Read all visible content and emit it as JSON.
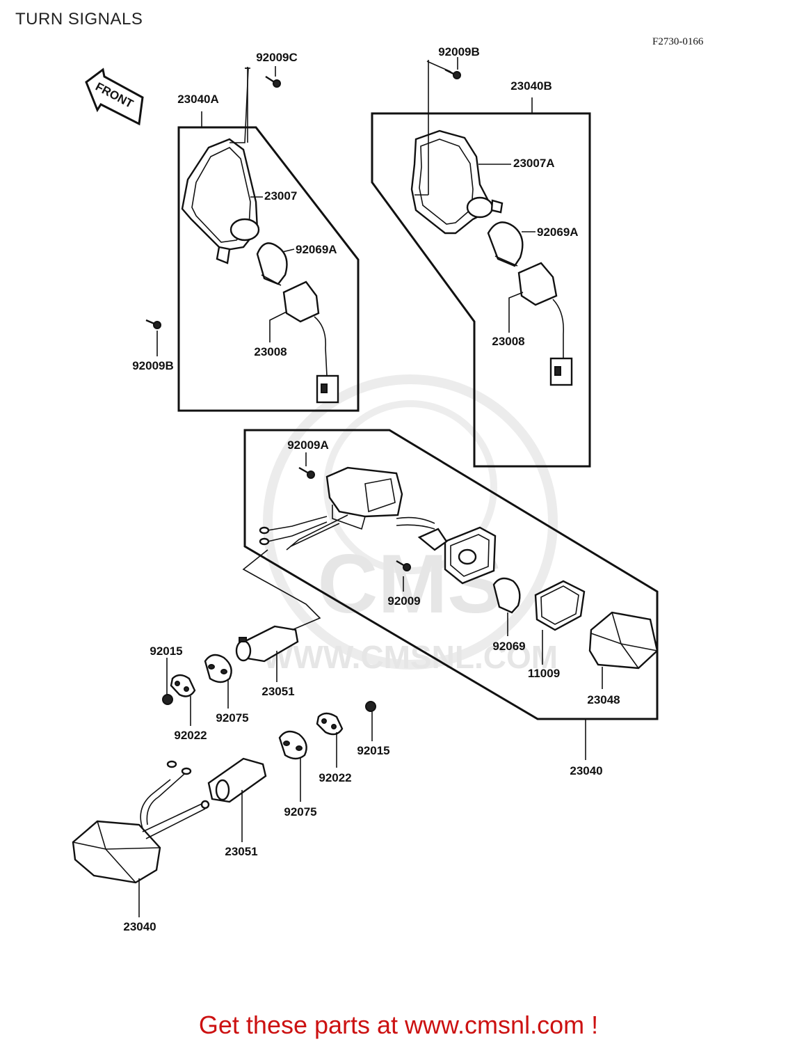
{
  "page": {
    "title": "TURN SIGNALS",
    "figure_code": "F2730-0166",
    "footer_banner": "Get these parts at www.cmsnl.com !"
  },
  "diagram": {
    "front_arrow_label": "FRONT",
    "watermark": {
      "logo_text": "CMS",
      "url_text": "WWW.CMSNL.COM"
    },
    "parts": {
      "p92009C": "92009C",
      "p92009B_top": "92009B",
      "p23040A": "23040A",
      "p23040B": "23040B",
      "p23007": "23007",
      "p23007A": "23007A",
      "p92069A_left": "92069A",
      "p92069A_right": "92069A",
      "p23008_left": "23008",
      "p23008_right": "23008",
      "p92009B_left": "92009B",
      "p92009A": "92009A",
      "p92009": "92009",
      "p92069": "92069",
      "p11009": "11009",
      "p23048": "23048",
      "p92015_left": "92015",
      "p23051_upper": "23051",
      "p92075_upper": "92075",
      "p92022_left": "92022",
      "p92015_right": "92015",
      "p92022_right": "92022",
      "p92075_lower": "92075",
      "p23051_lower": "23051",
      "p23040_right": "23040",
      "p23040_bottom": "23040"
    }
  },
  "colors": {
    "footer_text": "#cc1111",
    "line_art": "#111111",
    "watermark": "#e6e6e6"
  }
}
